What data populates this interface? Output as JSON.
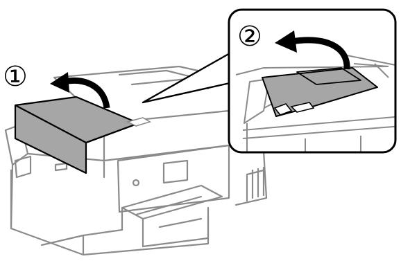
{
  "steps": {
    "step1": {
      "symbol": "①",
      "action": "open-cover",
      "arrow": "counter-clockwise"
    },
    "step2": {
      "symbol": "②",
      "action": "open-inner-cover",
      "arrow": "counter-clockwise"
    }
  },
  "colors": {
    "line": "#8a8a8a",
    "outline": "#000000",
    "cover_fill": "#a6a6a6",
    "inner_cover_fill": "#a6a6a6",
    "background": "#ffffff"
  },
  "icons": {
    "printer": "printer-illustration",
    "arrow1": "curved-arrow-icon",
    "arrow2": "curved-arrow-icon"
  }
}
